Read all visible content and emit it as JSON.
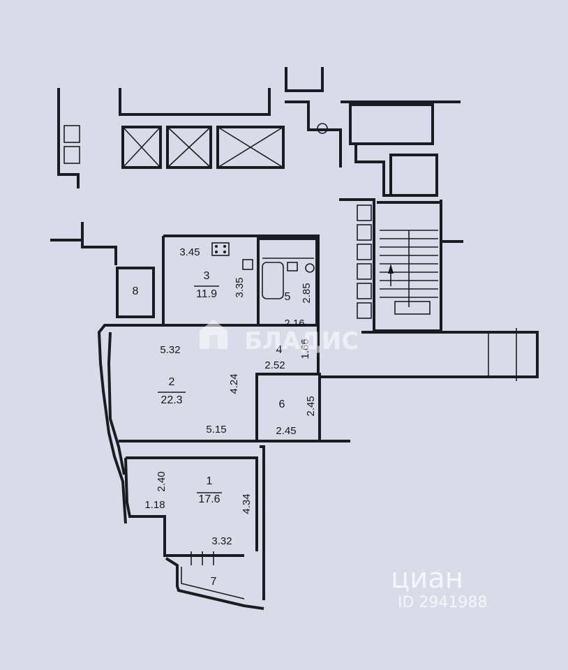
{
  "rooms": [
    {
      "id": "1",
      "area": "17.6",
      "dims": [
        "2.40",
        "1.18",
        "4.34",
        "3.32"
      ]
    },
    {
      "id": "2",
      "area": "22.3",
      "dims": [
        "5.32",
        "4.24",
        "5.15"
      ]
    },
    {
      "id": "3",
      "area": "11.9",
      "dims": [
        "3.45",
        "3.35"
      ]
    },
    {
      "id": "4",
      "dims": [
        "2.52",
        "1.66"
      ]
    },
    {
      "id": "5",
      "dims": [
        "2.85",
        "2.16"
      ]
    },
    {
      "id": "6",
      "dims": [
        "2.45",
        "2.45"
      ]
    },
    {
      "id": "7"
    },
    {
      "id": "8"
    }
  ],
  "watermarks": {
    "agency": "БЛАДИС",
    "portal": "циан",
    "listing_id": "ID 2941988"
  }
}
